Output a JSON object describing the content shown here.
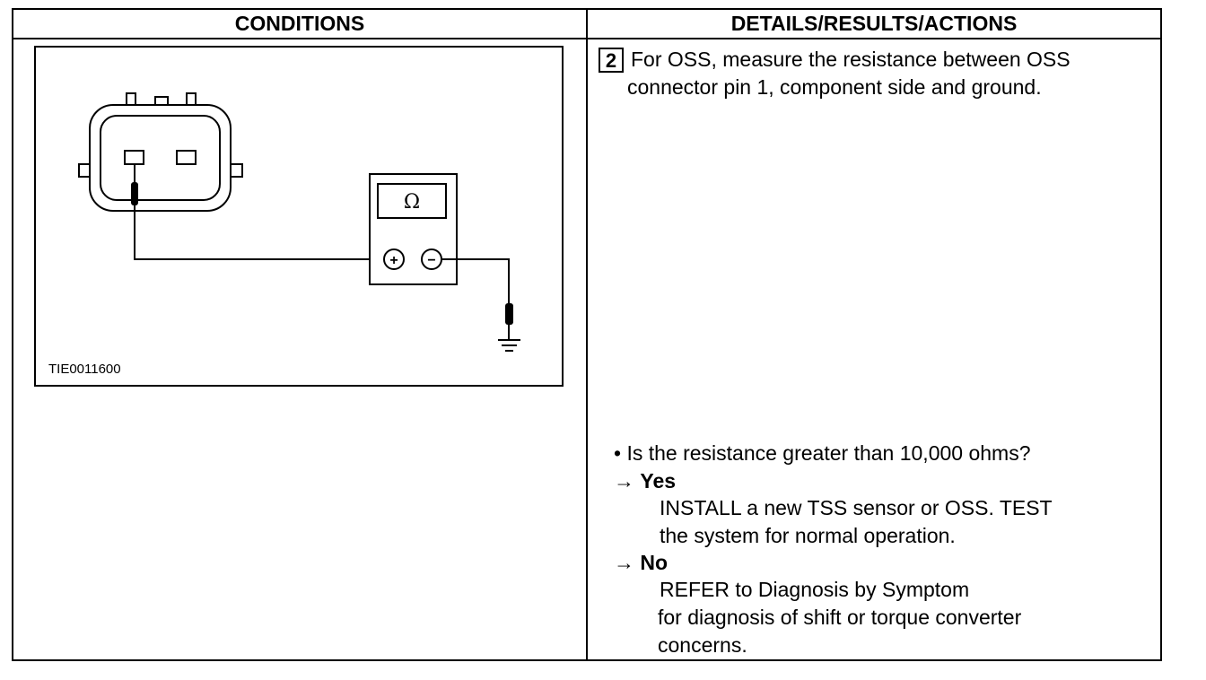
{
  "table": {
    "header_left": "CONDITIONS",
    "header_right": "DETAILS/RESULTS/ACTIONS"
  },
  "figure": {
    "id": "TIE0011600",
    "meter_symbol": "Ω",
    "plus": "+",
    "minus": "−"
  },
  "step": {
    "number": "2",
    "line1": "For OSS, measure the resistance between OSS",
    "line2": "connector pin 1, component side and ground."
  },
  "question": "• Is the resistance greater than 10,000 ohms?",
  "yes": {
    "label": "Yes",
    "arrow": "→",
    "line1": "INSTALL a new TSS sensor or OSS. TEST",
    "line2": "the system for normal operation."
  },
  "no": {
    "label": "No",
    "arrow": "→",
    "line1": "REFER to Diagnosis by Symptom",
    "line2": "for diagnosis of shift or torque converter",
    "line3": "concerns."
  }
}
